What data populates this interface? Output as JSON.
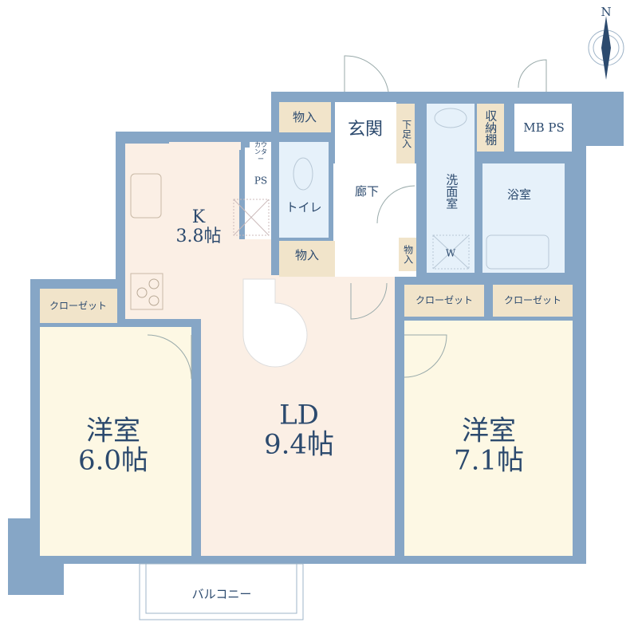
{
  "compass": {
    "north_label": "N"
  },
  "colors": {
    "wall": "#86a6c6",
    "living": "#fbefe5",
    "bedroom": "#fdf8e4",
    "storage": "#f1e4ca",
    "wet": "#e6f1fa",
    "text": "#2c4a6e"
  },
  "rooms": {
    "kitchen": {
      "name": "K",
      "size": "3.8帖"
    },
    "ld": {
      "name": "LD",
      "size": "9.4帖"
    },
    "bedroom_left": {
      "name": "洋室",
      "size": "6.0帖"
    },
    "bedroom_right": {
      "name": "洋室",
      "size": "7.1帖"
    },
    "entrance": "玄関",
    "hallway": "廊下",
    "toilet": "トイレ",
    "washroom": "洗面室",
    "bathroom": "浴室",
    "balcony": "バルコニー",
    "mbps": "MB PS",
    "ps": "PS",
    "counter": "カウンター",
    "storage_entry": "物入",
    "storage_mid": "物入",
    "storage_hall": "物入",
    "shoe_cabinet": "下足入",
    "shelf": "収納棚",
    "washer": "W",
    "closet_left": "クローゼット",
    "closet_right1": "クローゼット",
    "closet_right2": "クローゼット"
  }
}
